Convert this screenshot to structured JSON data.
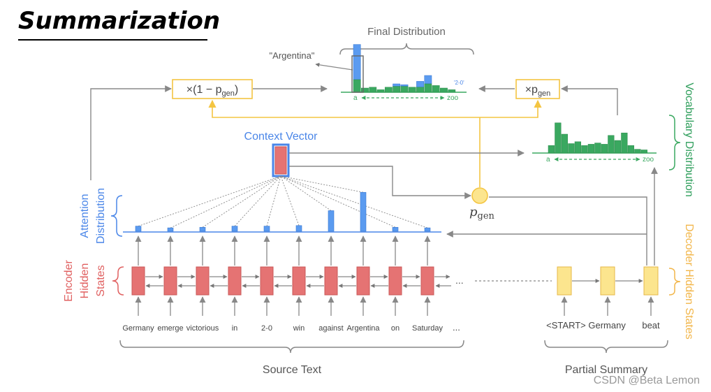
{
  "title": "Summarization",
  "labels": {
    "final_distribution": "Final Distribution",
    "argentina_quoted": "\"Argentina\"",
    "context_vector": "Context Vector",
    "vocabulary_distribution": "Vocabulary Distribution",
    "attention_distribution_line1": "Attention",
    "attention_distribution_line2": "Distribution",
    "encoder_hidden_states_line1": "Encoder",
    "encoder_hidden_states_line2": "Hidden",
    "encoder_hidden_states_line3": "States",
    "decoder_hidden_states": "Decoder Hidden States",
    "source_text": "Source Text",
    "partial_summary": "Partial Summary",
    "p_gen_base": "p",
    "p_gen_sub": "gen",
    "times_one_minus_pgen_prefix": "×(1 − p",
    "times_one_minus_pgen_sub": "gen",
    "times_one_minus_pgen_suffix": ")",
    "times_pgen_prefix": "×p",
    "times_pgen_sub": "gen",
    "axis_a": "a",
    "axis_zoo": "zoo",
    "token_2_0_small": "'2-0'",
    "ellipsis_row": "...",
    "ellipsis_words": "..."
  },
  "source_words": [
    "Germany",
    "emerge",
    "victorious",
    "in",
    "2-0",
    "win",
    "against",
    "Argentina",
    "on",
    "Saturday"
  ],
  "summary_words": [
    "<START>",
    "Germany",
    "beat"
  ],
  "watermark": "CSDN @Beta Lemon",
  "colors": {
    "encoder": "#e57373",
    "encoder_border": "#c95a5a",
    "decoder": "#fce58e",
    "decoder_border": "#e6b84a",
    "attention": "#5b9bf0",
    "vocab": "#3aa860",
    "gen_yellow": "#f4c542",
    "gray": "#888888",
    "attention_label": "#4a86e8",
    "vocab_label": "#2e9e5b",
    "encoder_label": "#e06060",
    "decoder_label": "#f2b64a"
  },
  "attention_weights": [
    0.09,
    0.06,
    0.07,
    0.09,
    0.09,
    0.1,
    0.36,
    0.68,
    0.07,
    0.06
  ],
  "vocab_distribution": [
    0.12,
    0.48,
    0.3,
    0.15,
    0.18,
    0.12,
    0.14,
    0.16,
    0.14,
    0.28,
    0.2,
    0.32,
    0.12,
    0.06,
    0.05
  ],
  "final_distribution": {
    "green": [
      0.3,
      0.1,
      0.12,
      0.06,
      0.12,
      0.14,
      0.14,
      0.12,
      0.12,
      0.2,
      0.16,
      0.1,
      0.06
    ],
    "blue_overlay": [
      0.84,
      0,
      0,
      0,
      0,
      0.06,
      0.04,
      0,
      0.14,
      0.2,
      0,
      0,
      0
    ]
  }
}
